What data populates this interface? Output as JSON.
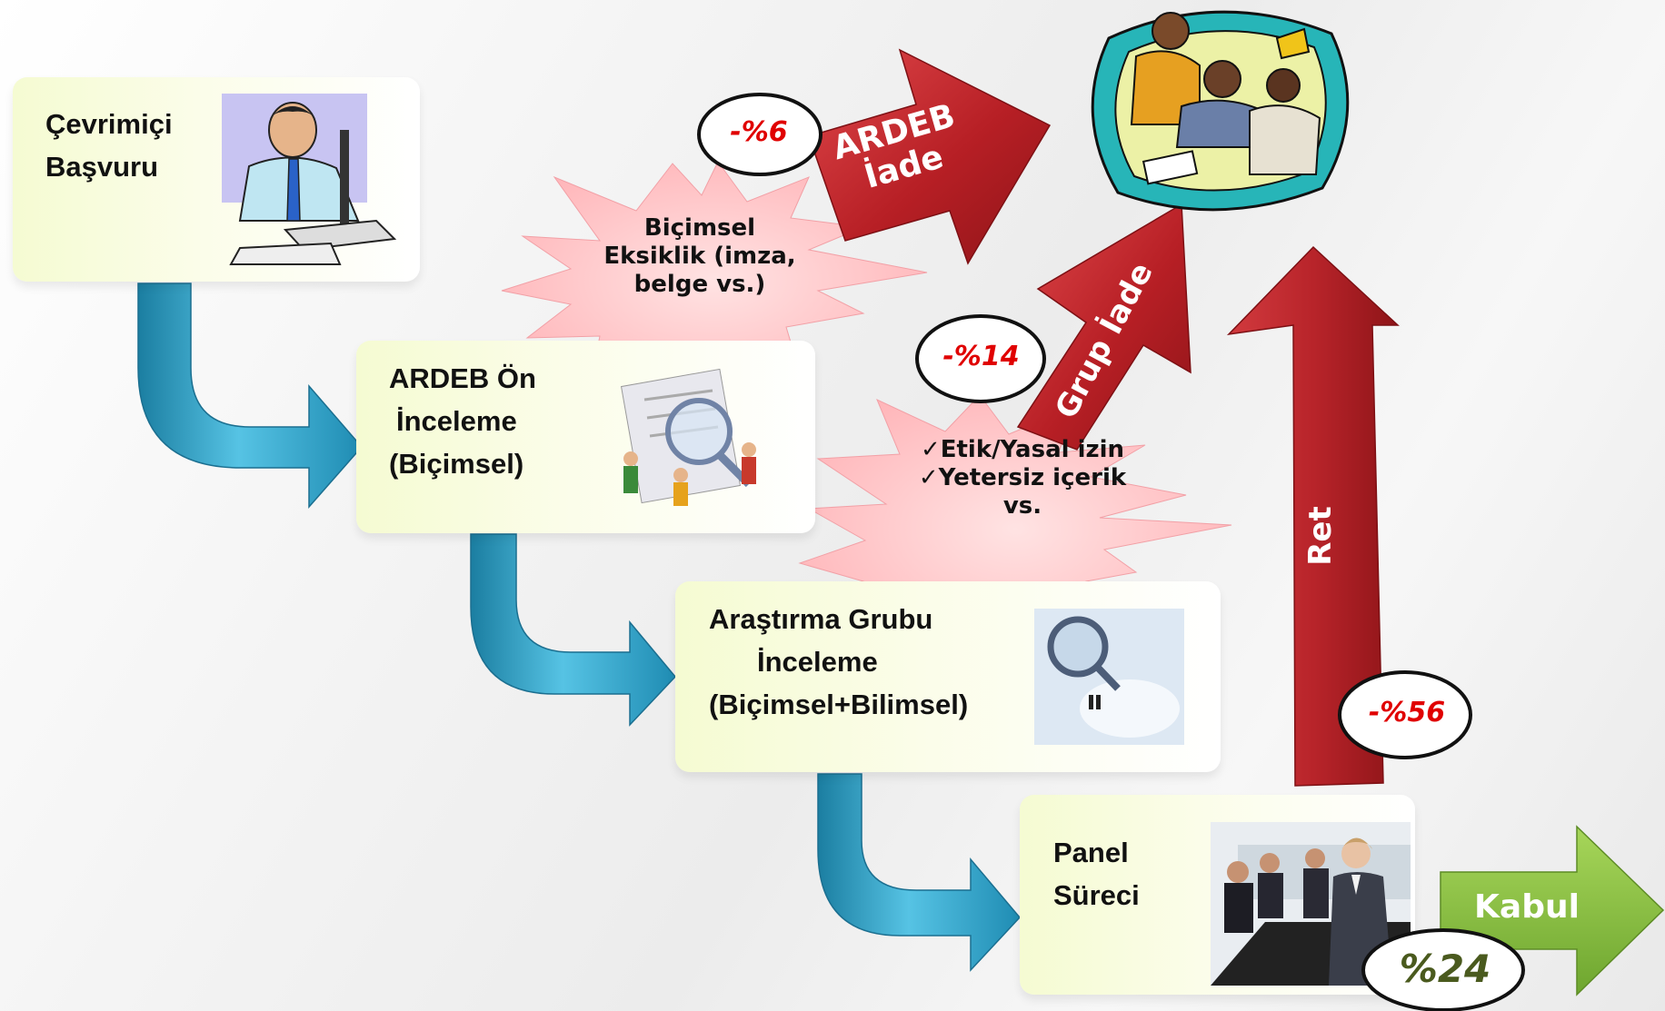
{
  "steps": {
    "online_application": {
      "line1": "Çevrimiçi",
      "line2": "Başvuru"
    },
    "ardeb_pre_review": {
      "line1": "ARDEB Ön",
      "line2": "İnceleme",
      "line3": "(Biçimsel)"
    },
    "research_group_review": {
      "line1": "Araştırma Grubu",
      "line2": "İnceleme",
      "line3": "(Biçimsel+Bilimsel)"
    },
    "panel_process": {
      "line1": "Panel",
      "line2": "Süreci"
    }
  },
  "bursts": {
    "formal_deficiency": {
      "line1": "Biçimsel",
      "line2": "Eksiklik (imza,",
      "line3": "belge vs.)"
    },
    "ethics_content": {
      "line1": "✓Etik/Yasal izin",
      "line2": "✓Yetersiz içerik",
      "line3": "vs."
    }
  },
  "arrows": {
    "ardeb_return": {
      "line1": "ARDEB",
      "line2": "İade"
    },
    "group_return": "Grup İade",
    "rejection": "Ret",
    "acceptance": "Kabul"
  },
  "percentages": {
    "ardeb_return": "-%6",
    "group_return": "-%14",
    "rejection": "-%56",
    "acceptance": "%24"
  },
  "colors": {
    "step_box_fill": "#f5fbd2",
    "connector_blue": "#2aa3c8",
    "burst_pink": "#ffc9c9",
    "return_arrow_red": "#c0282c",
    "accept_arrow_green": "#8cc63f",
    "percent_red": "#e00000",
    "accept_percent_green": "#4a5a1e"
  },
  "icons": [
    "typing-man-icon",
    "document-magnifier-team-icon",
    "magnifier-people-icon",
    "business-meeting-photo-icon",
    "committee-meeting-icon"
  ]
}
